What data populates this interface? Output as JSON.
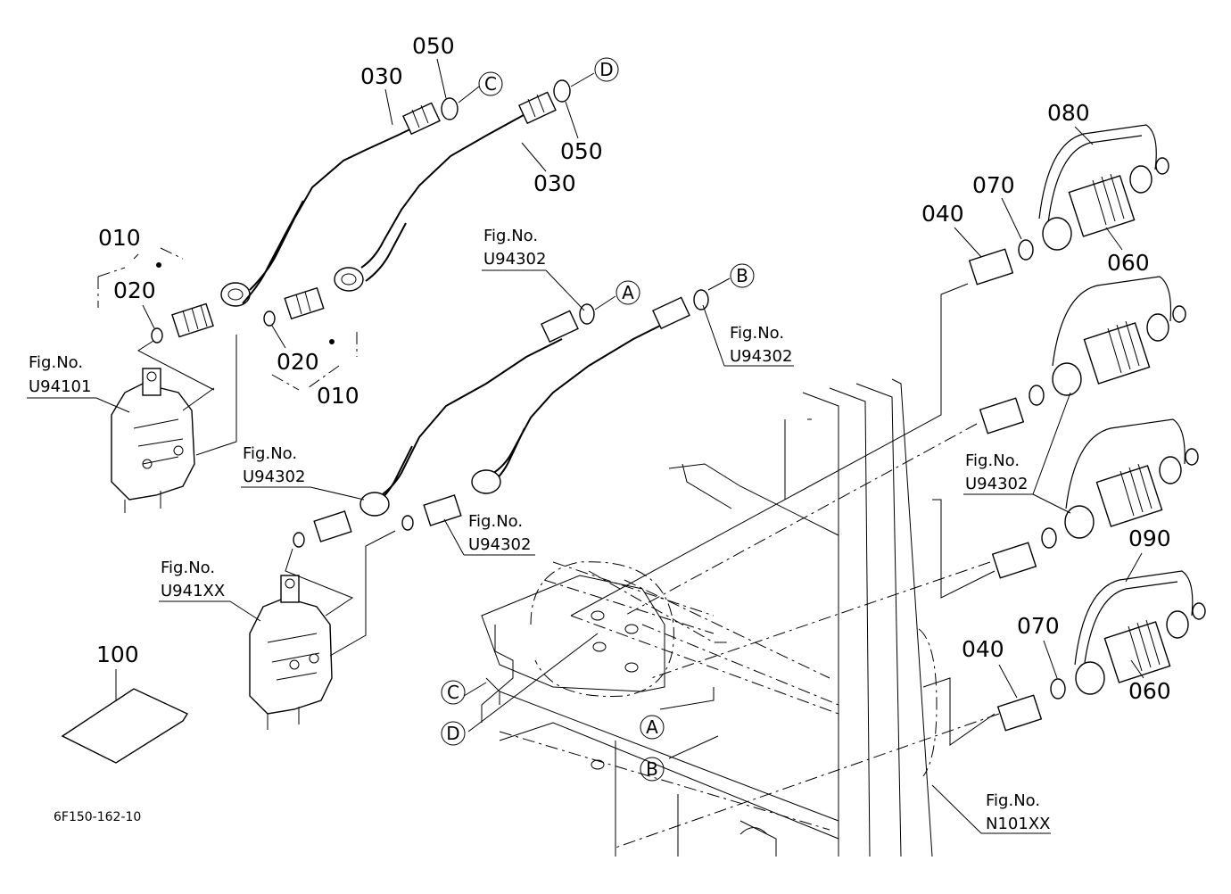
{
  "drawing_code": "6F150-162-10",
  "part_numbers": {
    "p010": "010",
    "p020": "020",
    "p030": "030",
    "p040": "040",
    "p050": "050",
    "p060": "060",
    "p070": "070",
    "p080": "080",
    "p090": "090",
    "p100": "100"
  },
  "fig_refs": {
    "prefix": "Fig.No.",
    "u94101": "U94101",
    "u941xx": "U941XX",
    "u94302": "U94302",
    "n101xx": "N101XX"
  },
  "callouts": {
    "a": "A",
    "b": "B",
    "c": "C",
    "d": "D"
  }
}
